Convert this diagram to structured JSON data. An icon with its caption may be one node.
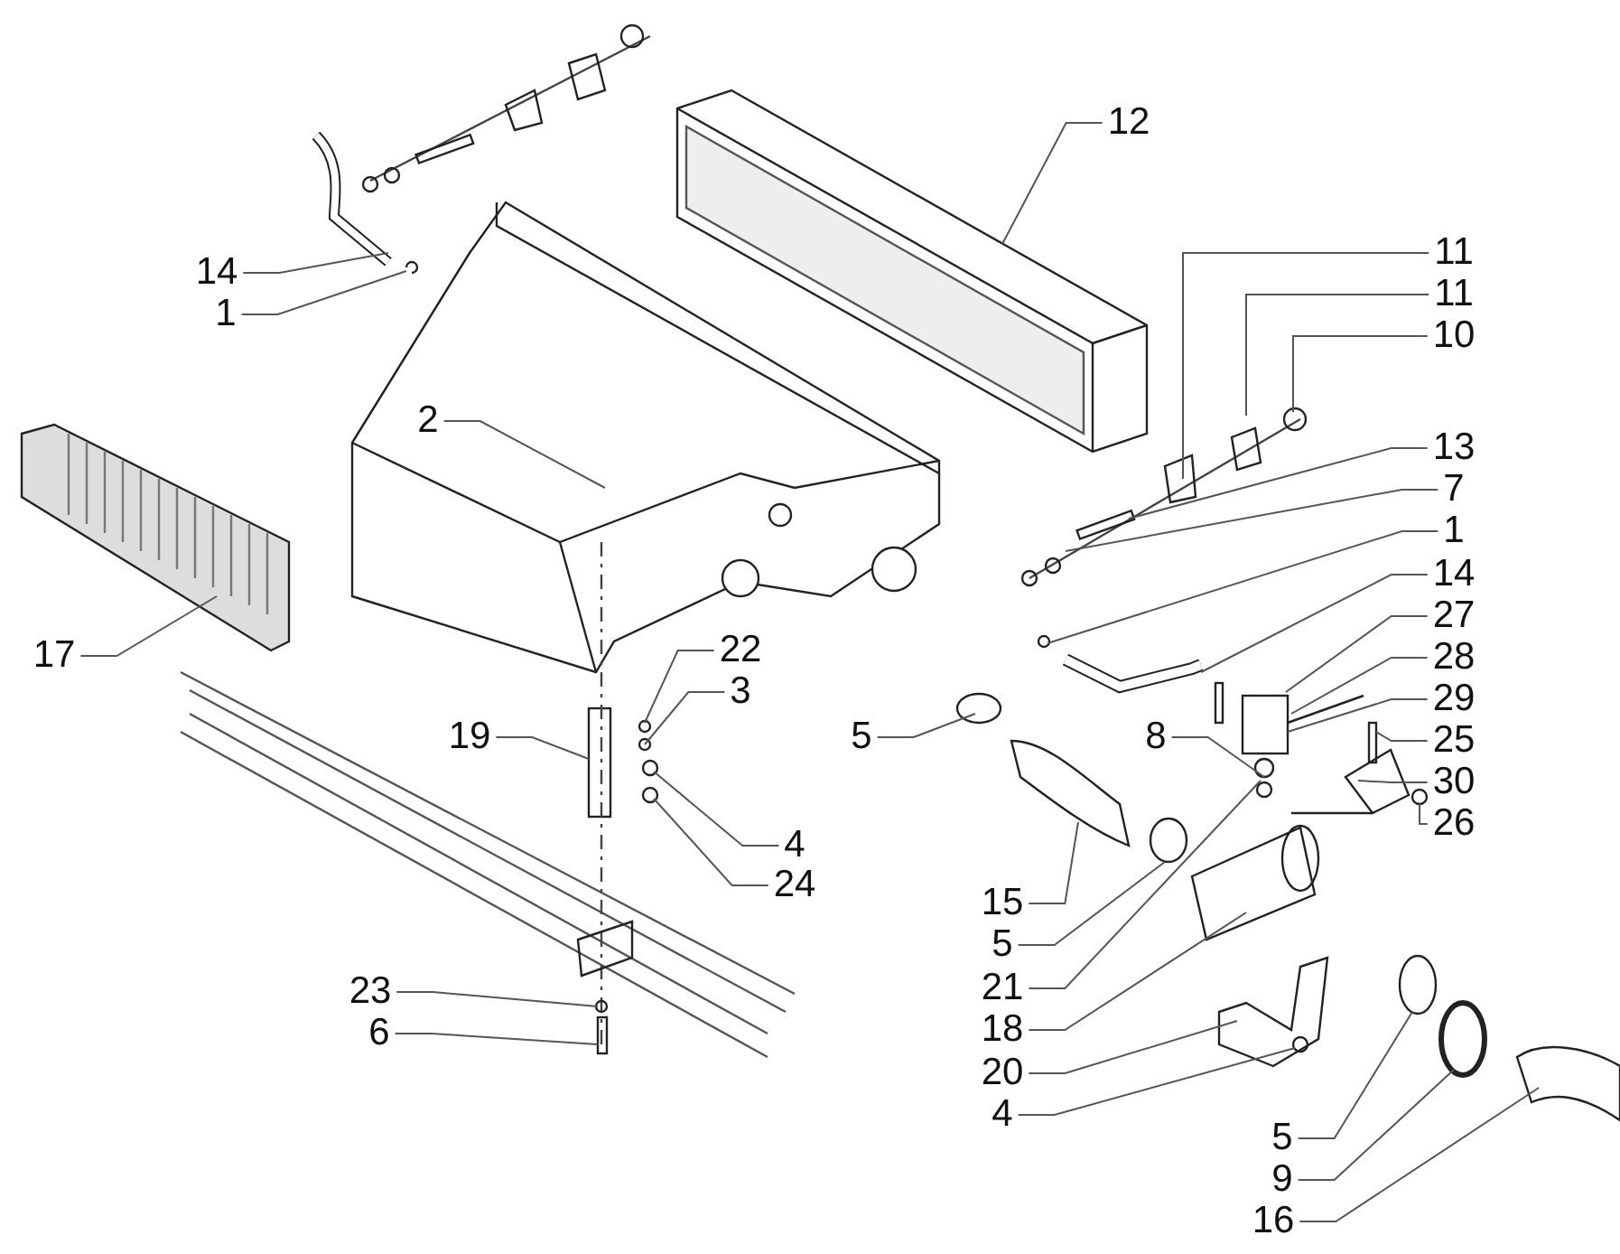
{
  "diagram": {
    "nodes": [
      {
        "text": [
          "12"
        ]
      },
      {
        "text": [
          "11"
        ]
      },
      {
        "text": [
          "14"
        ]
      },
      {
        "text": [
          "11"
        ]
      },
      {
        "text": [
          "1"
        ]
      },
      {
        "text": [
          "10"
        ]
      },
      {
        "text": [
          "2"
        ]
      },
      {
        "text": [
          "13"
        ]
      },
      {
        "text": [
          "7"
        ]
      },
      {
        "text": [
          "1"
        ]
      },
      {
        "text": [
          "14"
        ]
      },
      {
        "text": [
          "27"
        ]
      },
      {
        "text": [
          "17"
        ]
      },
      {
        "text": [
          "22"
        ]
      },
      {
        "text": [
          "28"
        ]
      },
      {
        "text": [
          "3"
        ]
      },
      {
        "text": [
          "29"
        ]
      },
      {
        "text": [
          "19"
        ]
      },
      {
        "text": [
          "5"
        ]
      },
      {
        "text": [
          "8"
        ]
      },
      {
        "text": [
          "25"
        ]
      },
      {
        "text": [
          "30"
        ]
      },
      {
        "text": [
          "26"
        ]
      },
      {
        "text": [
          "4"
        ]
      },
      {
        "text": [
          "24"
        ]
      },
      {
        "text": [
          "15"
        ]
      },
      {
        "text": [
          "5"
        ]
      },
      {
        "text": [
          "21"
        ]
      },
      {
        "text": [
          "23"
        ]
      },
      {
        "text": [
          "18"
        ]
      },
      {
        "text": [
          "6"
        ]
      },
      {
        "text": [
          "20"
        ]
      },
      {
        "text": [
          "4"
        ]
      },
      {
        "text": [
          "5"
        ]
      },
      {
        "text": [
          "9"
        ]
      },
      {
        "text": [
          "16"
        ]
      }
    ],
    "edges": [
      {
        "from": 0,
        "to": null,
        "arrow": "none"
      },
      {
        "from": 1,
        "to": null,
        "arrow": "none"
      },
      {
        "from": 2,
        "to": null,
        "arrow": "none"
      },
      {
        "from": 3,
        "to": null,
        "arrow": "none"
      },
      {
        "from": 4,
        "to": null,
        "arrow": "none"
      },
      {
        "from": 5,
        "to": null,
        "arrow": "none"
      },
      {
        "from": 6,
        "to": null,
        "arrow": "none"
      },
      {
        "from": 7,
        "to": null,
        "arrow": "none"
      },
      {
        "from": 8,
        "to": null,
        "arrow": "none"
      },
      {
        "from": 9,
        "to": null,
        "arrow": "none"
      },
      {
        "from": 10,
        "to": null,
        "arrow": "none"
      },
      {
        "from": 11,
        "to": null,
        "arrow": "none"
      },
      {
        "from": 12,
        "to": null,
        "arrow": "none"
      },
      {
        "from": 13,
        "to": null,
        "arrow": "none"
      },
      {
        "from": 14,
        "to": null,
        "arrow": "none"
      },
      {
        "from": 15,
        "to": null,
        "arrow": "none"
      },
      {
        "from": 16,
        "to": null,
        "arrow": "none"
      },
      {
        "from": 17,
        "to": null,
        "arrow": "none"
      },
      {
        "from": 18,
        "to": null,
        "arrow": "none"
      },
      {
        "from": 19,
        "to": null,
        "arrow": "none"
      },
      {
        "from": 20,
        "to": null,
        "arrow": "none"
      },
      {
        "from": 21,
        "to": null,
        "arrow": "none"
      },
      {
        "from": 22,
        "to": null,
        "arrow": "none"
      },
      {
        "from": 23,
        "to": null,
        "arrow": "none"
      },
      {
        "from": 24,
        "to": null,
        "arrow": "none"
      },
      {
        "from": 25,
        "to": null,
        "arrow": "none"
      },
      {
        "from": 26,
        "to": null,
        "arrow": "none"
      },
      {
        "from": 27,
        "to": null,
        "arrow": "none"
      },
      {
        "from": 28,
        "to": null,
        "arrow": "none"
      },
      {
        "from": 29,
        "to": null,
        "arrow": "none"
      },
      {
        "from": 30,
        "to": null,
        "arrow": "none"
      },
      {
        "from": 31,
        "to": null,
        "arrow": "none"
      },
      {
        "from": 32,
        "to": null,
        "arrow": "none"
      },
      {
        "from": 33,
        "to": null,
        "arrow": "none"
      },
      {
        "from": 34,
        "to": null,
        "arrow": "none"
      },
      {
        "from": 35,
        "to": null,
        "arrow": "none"
      }
    ]
  }
}
